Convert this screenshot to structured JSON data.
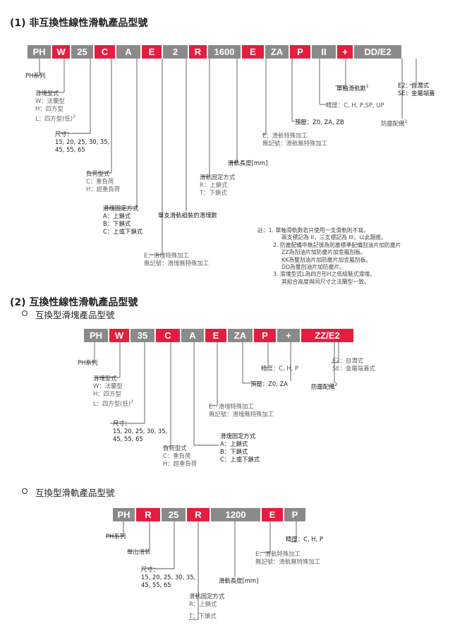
{
  "section1": {
    "title": "(1) 非互換性線性滑軌產品型號",
    "code": [
      "PH",
      "W",
      "25",
      "C",
      "A",
      "E",
      "2",
      "R",
      "1600",
      "E",
      "ZA",
      "P",
      "II",
      "+",
      "DD/E2"
    ],
    "labels": {
      "series": "PH系列",
      "block_type": [
        "滑塊型式",
        "W：法蘭型",
        "H：四方型",
        "L：四方型(低)"
      ],
      "block_type_sup": "3",
      "size": [
        "尺寸：",
        "15, 20, 25, 30, 35,",
        "45, 55, 65"
      ],
      "load": [
        "負荷型式",
        "C：重負荷",
        "H：超重負荷"
      ],
      "block_mount": [
        "滑塊固定方式",
        "A：上鎖式",
        "B：下鎖式",
        "C：上或下鎖式"
      ],
      "block_special": [
        "E：滑塊特殊加工",
        "無記號：滑塊無特殊加工"
      ],
      "blocks_per_rail": "單支滑軌組裝的滑塊數",
      "rail_mount": [
        "滑軌固定方式",
        "R：上鎖式",
        "T：下鎖式"
      ],
      "rail_length": "滑軌長度[mm]",
      "rail_special": [
        "E：滑軌特殊加工",
        "無記號：滑軌無特殊加工"
      ],
      "preload": "預壓：Z0, ZA, ZB",
      "precision": "精度：C, H, P,SP, UP",
      "rails_per_axis": "單軸滑軌數",
      "rails_per_axis_sup": "1",
      "dust": "防塵配備",
      "dust_sup": "2",
      "dust_codes": [
        "E2：自潤式",
        "SE：金屬端蓋"
      ]
    },
    "notes": [
      "註：1. 單軸滑軌數若只使用一支滑軌則不寫，",
      "兩支標記為 II，三支標記為 III，以此類推。",
      "2. 防塵配備中無記號為防塵標準配備刮油片加防塵片",
      "ZZ為刮油片加防塵片加金屬刮板。",
      "KK為雙刮油片加防塵片加金屬刮板。",
      "DD為雙刮油片加防塵片。",
      "3. 滑塊型式L為四方形H之低組裝式滑塊，",
      "其組合高度與同尺寸之法蘭型一致。"
    ]
  },
  "section2": {
    "title": "(2) 互換性線性滑軌產品型號",
    "sub1": {
      "title": "互換型滑塊產品型號",
      "code": [
        "PH",
        "W",
        "35",
        "C",
        "A",
        "E",
        "ZA",
        "P",
        "+",
        "ZZ/E2"
      ],
      "labels": {
        "series": "PH系列",
        "block_type": [
          "滑塊型式",
          "W：法蘭型",
          "H：四方型",
          "L：四方型(低)"
        ],
        "block_type_sup": "3",
        "size": [
          "尺寸：",
          "15, 20, 25, 30, 35,",
          "45, 55, 65"
        ],
        "load": [
          "負荷型式",
          "C：重負荷",
          "H：超重負荷"
        ],
        "block_mount": [
          "滑塊固定方式",
          "A：上鎖式",
          "B：下鎖式",
          "C：上或下鎖式"
        ],
        "block_special": [
          "E：滑塊特殊加工",
          "無記號：滑塊無特殊加工"
        ],
        "preload": "預壓：Z0, ZA",
        "precision": "精度：C, H, P",
        "dust": "防塵配備",
        "dust_sup": "2",
        "dust_codes": [
          "E2：自潤式",
          "SE：金屬端蓋式"
        ]
      }
    },
    "sub2": {
      "title": "互換型滑軌產品型號",
      "code": [
        "PH",
        "R",
        "25",
        "R",
        "1200",
        "E",
        "P"
      ],
      "labels": {
        "series": "PH系列",
        "single_rail": "單出滑軌",
        "size": [
          "尺寸：",
          "15, 20, 25, 30, 35,",
          "45, 55, 65"
        ],
        "rail_mount": [
          "滑軌固定方式",
          "R：上鎖式",
          "T：下鎖式"
        ],
        "rail_length": "滑軌長度[mm]",
        "rail_special": [
          "E：滑軌特殊加工",
          "無記號：滑軌無特殊加工"
        ],
        "precision": "精度：C, H, P"
      }
    }
  },
  "colors": {
    "red": "#e41e3f",
    "gray": "#8a8a8a"
  }
}
